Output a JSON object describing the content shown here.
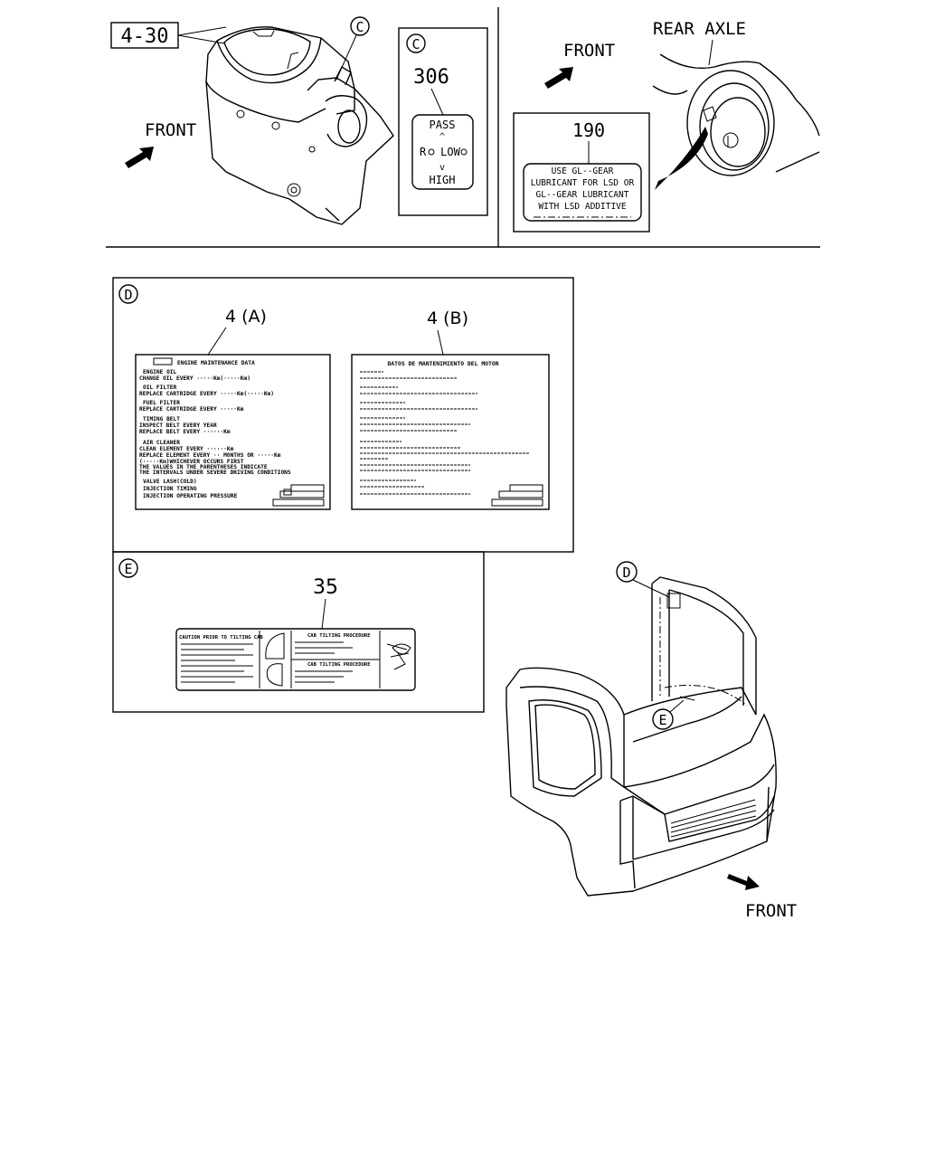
{
  "callouts": {
    "part_4_30": "4-30",
    "part_306": "306",
    "part_190": "190",
    "part_4a": "4 (A)",
    "part_4b": "4 (B)",
    "part_35": "35",
    "circle_c": "C",
    "circle_d": "D",
    "circle_e": "E"
  },
  "labels": {
    "front": "FRONT",
    "rear_axle": "REAR AXLE"
  },
  "label_306": {
    "top": "PASS",
    "middle": "R",
    "middle_rest": "LOW",
    "high": "HIGH"
  },
  "label_190": {
    "line1": "USE GL--GEAR",
    "line2": "LUBRICANT FOR LSD OR",
    "line3": "GL--GEAR LUBRICANT",
    "line4": "WITH LSD ADDITIVE"
  },
  "label_4a": {
    "title": "ENGINE MAINTENANCE DATA",
    "engine_oil": "ENGINE OIL",
    "engine_oil_line": "CHANGE OIL EVERY ·····Km(·····Km)",
    "oil_filter": "OIL FILTER",
    "oil_filter_line": "REPLACE CARTRIDGE EVERY ·····Km(·····Km)",
    "fuel_filter": "FUEL FILTER",
    "fuel_filter_line": "REPLACE CARTRIDGE EVERY ·····Km",
    "timing_belt": "TIMING BELT",
    "timing_belt_line1": "INSPECT BELT EVERY YEAR",
    "timing_belt_line2": "REPLACE BELT EVERY ······Km",
    "air_cleaner": "AIR CLEANER",
    "air_cleaner_line1": "CLEAN ELEMENT EVERY ······Km",
    "air_cleaner_line2": "REPLACE ELEMENT EVERY ·· MONTHS OR ·····Km",
    "air_cleaner_line3": "(·····Km)WHICHEVER OCCURS FIRST",
    "note1": "THE VALUES IN THE PARENTHESES INDICATE",
    "note2": "THE INTERVALS UNDER SEVERE DRIVING CONDITIONS",
    "valve_lash": "VALVE LASH(COLD)",
    "injection_timing": "INJECTION TIMING",
    "injection_pressure": "INJECTION OPERATING PRESSURE"
  },
  "label_4b": {
    "title": "DATOS DE MANTENIMIENTO DEL MOTOR"
  },
  "label_35": {
    "caution": "CAUTION PRIOR TO TILTING CAB",
    "procedure1": "CAB TILTING PROCEDURE",
    "procedure2": "CAB TILTING PROCEDURE"
  }
}
